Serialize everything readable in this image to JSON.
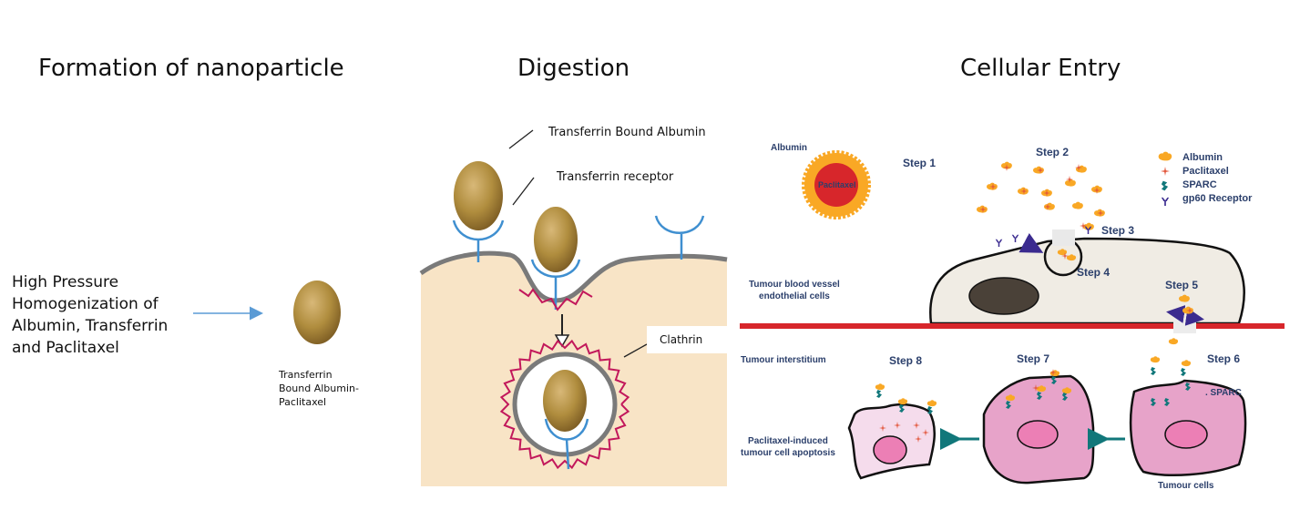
{
  "sections": {
    "formation": {
      "title": "Formation of nanoparticle",
      "process_text": [
        "High Pressure",
        "Homogenization of",
        "Albumin, Transferrin",
        "and Paclitaxel"
      ],
      "product_label": [
        "Transferrin",
        "Bound Albumin-",
        "Paclitaxel"
      ]
    },
    "digestion": {
      "title": "Digestion",
      "labels": {
        "bound_albumin": "Transferrin Bound Albumin",
        "receptor": "Transferrin receptor",
        "clathrin": "Clathrin"
      }
    },
    "entry": {
      "title": "Cellular Entry",
      "labels": {
        "albumin": "Albumin",
        "paclitaxel": "Paclitaxel",
        "endothelial": [
          "Tumour blood vessel",
          "endothelial cells"
        ],
        "interstitium": "Tumour interstitium",
        "apoptosis": [
          "Paclitaxel-induced",
          "tumour cell apoptosis"
        ],
        "sparc": ". SPARC",
        "tumour_cells": "Tumour cells"
      },
      "steps": [
        "Step 1",
        "Step 2",
        "Step 3",
        "Step 4",
        "Step 5",
        "Step 6",
        "Step 7",
        "Step 8"
      ],
      "legend": [
        {
          "icon": "albumin-icon",
          "label": "Albumin"
        },
        {
          "icon": "paclitaxel-icon",
          "label": "Paclitaxel"
        },
        {
          "icon": "sparc-icon",
          "label": "SPARC"
        },
        {
          "icon": "gp60-receptor-icon",
          "label": "gp60 Receptor"
        }
      ]
    }
  },
  "colors": {
    "arrow_blue": "#5b9bd5",
    "particle": "#b08d3e",
    "cell_beige": "#f8e4c6",
    "membrane_gray": "#7a7a7a",
    "receptor_blue": "#3f8fd0",
    "clathrin_pink": "#c2185b",
    "albumin_orange": "#f9a825",
    "paclitaxel_red": "#d32f2f",
    "sparc_teal": "#11777a",
    "gp60_purple": "#3b2b8f",
    "vessel_red": "#d7262b",
    "tumour_pink": "#e7a3c9",
    "nucleus_pink": "#ec7fb5",
    "apoptotic_pink": "#f5dcec",
    "endothelial_fill": "#f0ece4",
    "endo_nucleus": "#4a4138",
    "label_navy": "#2b3f6b"
  }
}
